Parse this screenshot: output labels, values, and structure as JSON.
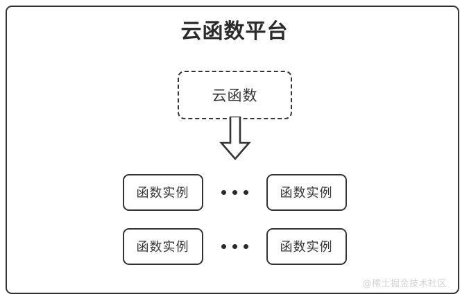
{
  "diagram": {
    "title": "云函数平台",
    "frame": {
      "border_color": "#333333",
      "background": "#ffffff"
    },
    "cloud_function": {
      "label": "云函数",
      "style": "dashed",
      "border_color": "#333333"
    },
    "arrow": {
      "name": "down-block-arrow",
      "direction": "down",
      "color": "#333333"
    },
    "instance_rows": [
      {
        "left_instance": "函数实例",
        "ellipsis": "•••",
        "right_instance": "函数实例"
      },
      {
        "left_instance": "函数实例",
        "ellipsis": "•••",
        "right_instance": "函数实例"
      }
    ],
    "watermark": "@稀土掘金技术社区",
    "colors": {
      "stroke": "#333333",
      "title_text": "#2b2b2b",
      "body_text": "#333333",
      "watermark_text": "#d2d2d2",
      "background": "#ffffff"
    }
  }
}
